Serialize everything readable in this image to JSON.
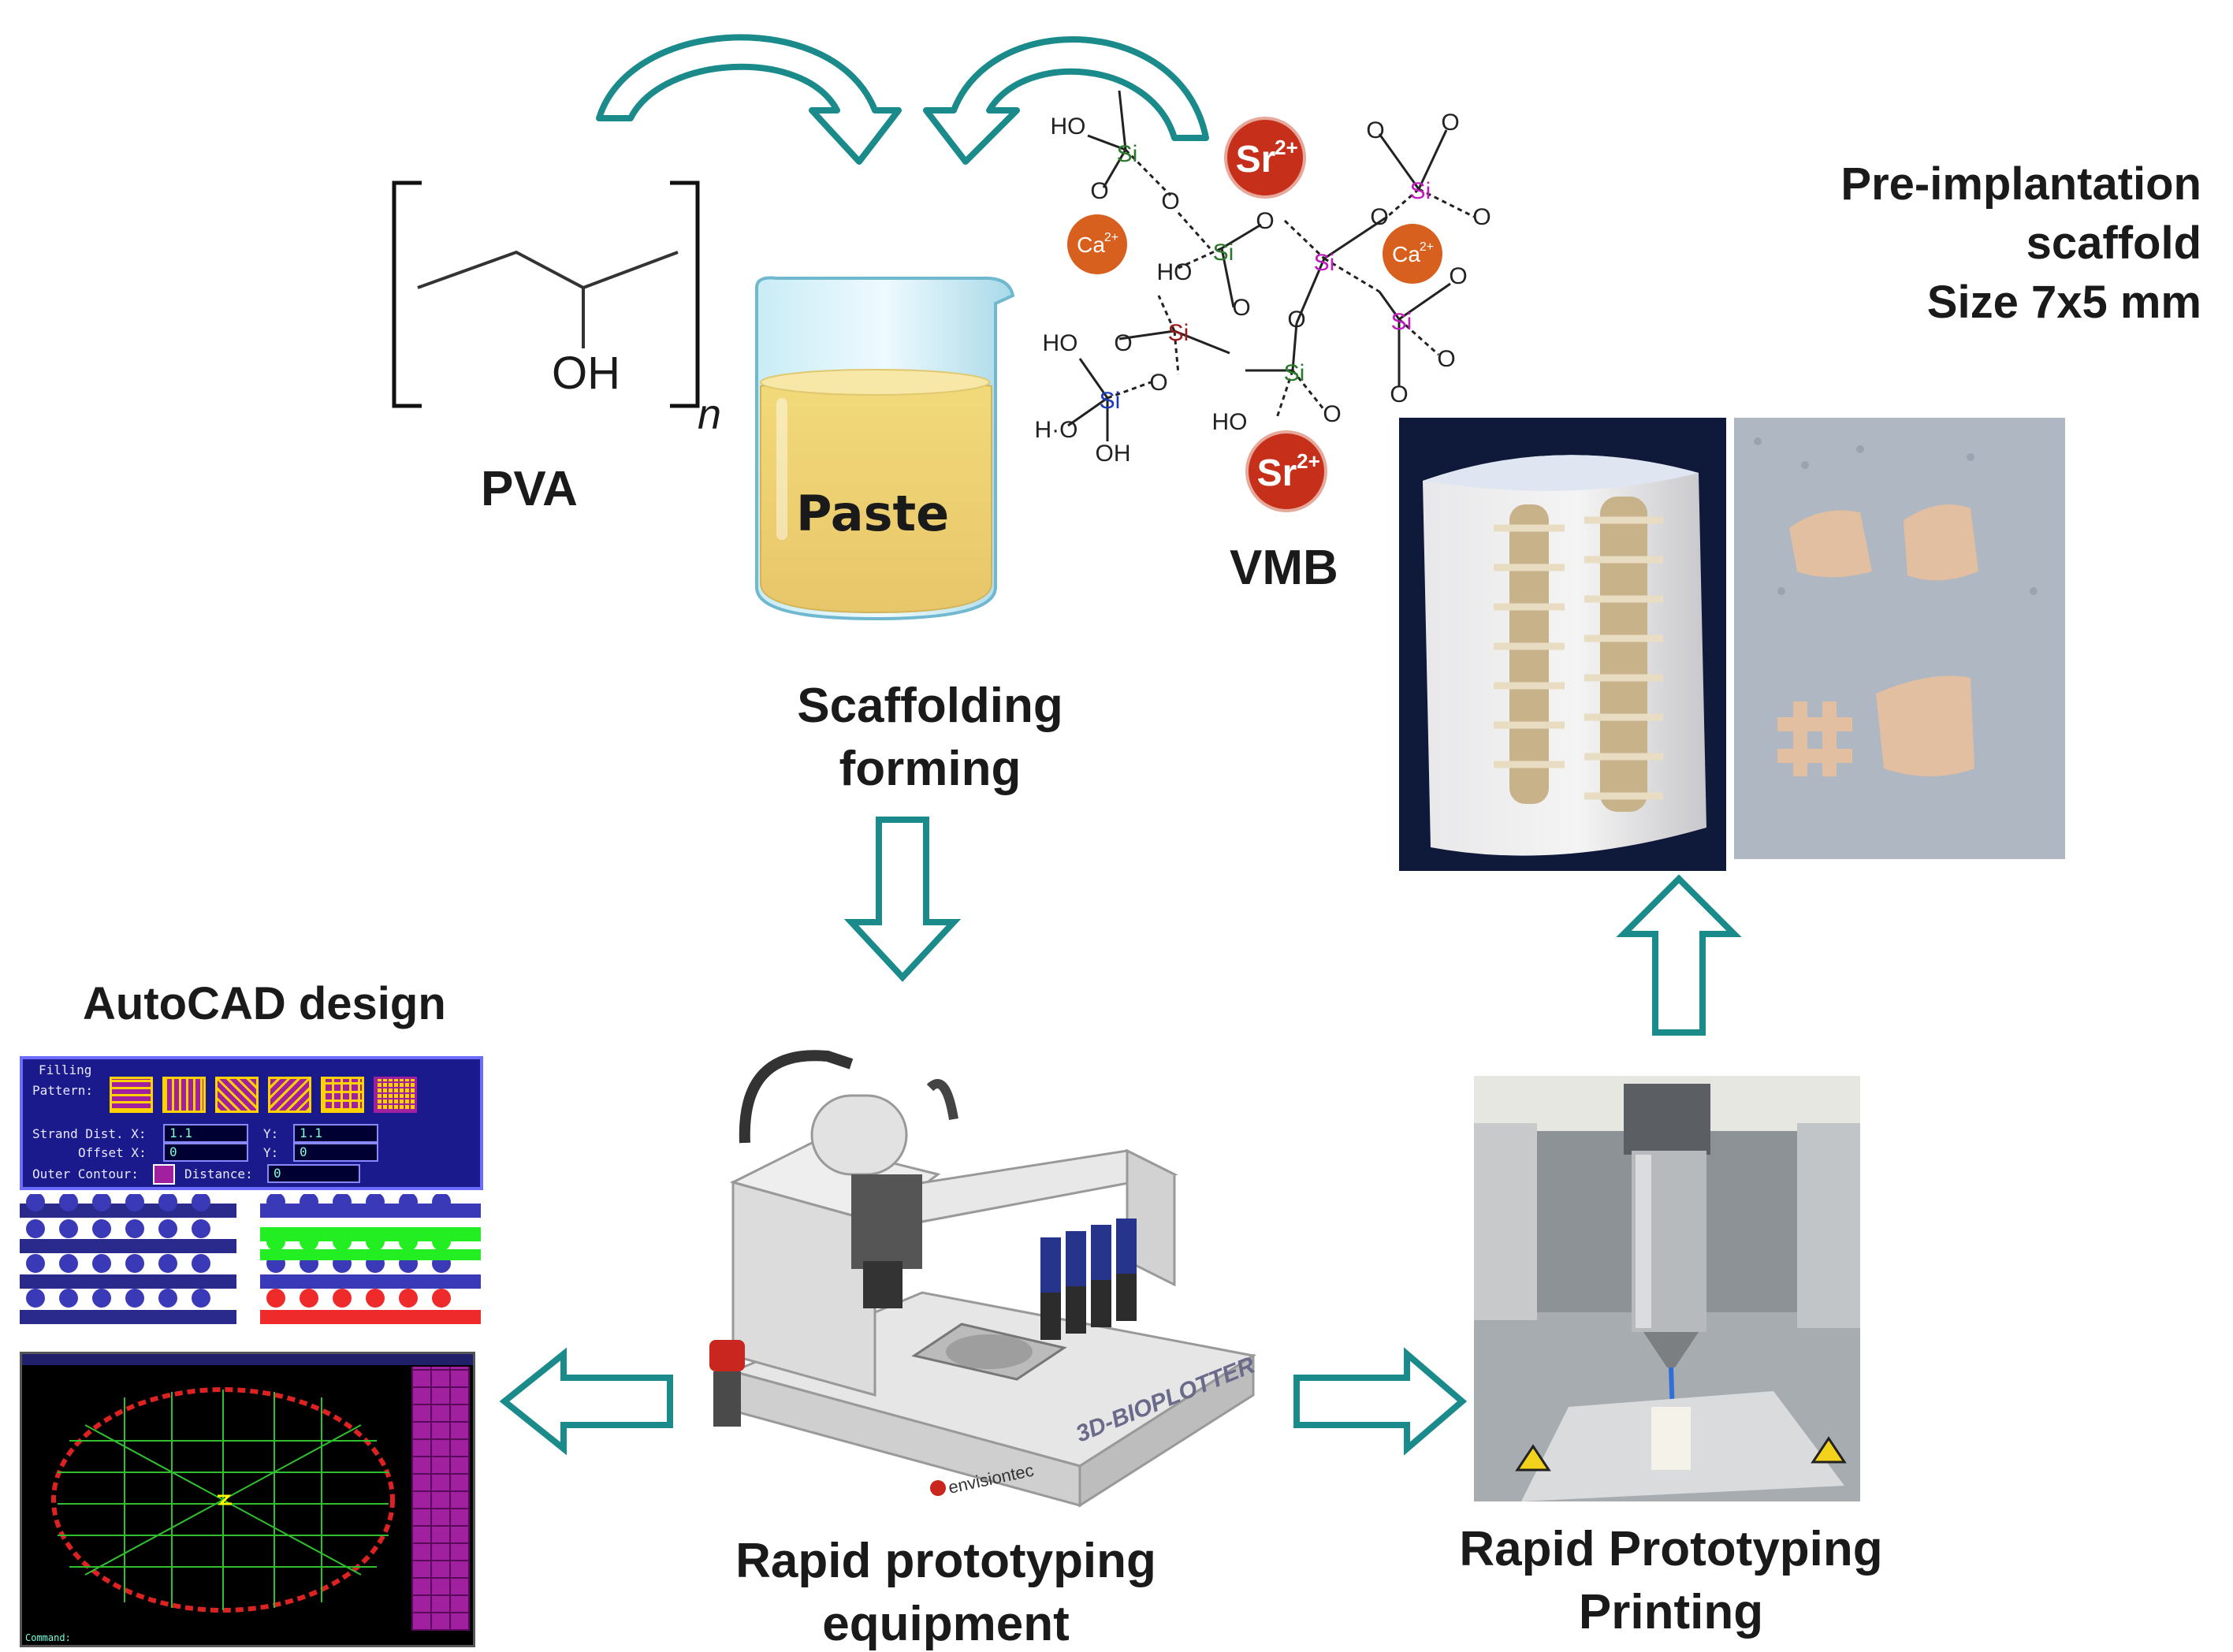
{
  "pva": {
    "monomer_label": "OH",
    "subscript": "n",
    "name": "PVA"
  },
  "paste": {
    "label": "Paste"
  },
  "vmb": {
    "name": "VMB",
    "si": "Si",
    "ho": "HO",
    "hdoto": "H·O",
    "oh": "OH",
    "o": "O",
    "sr": "Sr",
    "sr_charge": "2+",
    "ca": "Ca",
    "ca_charge": "2+"
  },
  "scaffold": {
    "title_line1": "Pre-implantation",
    "title_line2": "scaffold",
    "title_line3": "Size 7x5 mm"
  },
  "scaffolding": {
    "line1": "Scaffolding",
    "line2": "forming"
  },
  "autocad": {
    "title": "AutoCAD design",
    "panel_title": "Filling",
    "pattern_label": "Pattern:",
    "strand_label": "Strand Dist. X:",
    "strand_x": "1.1",
    "y_label": "Y:",
    "strand_y": "1.1",
    "offset_label": "Offset X:",
    "offset_x": "0",
    "offset_y": "0",
    "outer_label": "Outer Contour:",
    "distance_label": "Distance:",
    "distance": "0",
    "command_label": "Command:"
  },
  "equipment": {
    "line1": "Rapid prototyping",
    "line2": "equipment",
    "brand": "envisiontec",
    "model": "3D-BIOPLOTTER"
  },
  "printing": {
    "line1": "Rapid Prototyping",
    "line2": "Printing"
  },
  "colors": {
    "teal": "#1a8a8a",
    "sr_red": "#c62f1a",
    "ca_orange": "#d8601e",
    "cad_blue": "#1a1a8c",
    "si_green": "#2a7a2a",
    "si_magenta": "#c01cc0",
    "si_red": "#9a1a1a",
    "si_blue": "#1a3ab8"
  }
}
